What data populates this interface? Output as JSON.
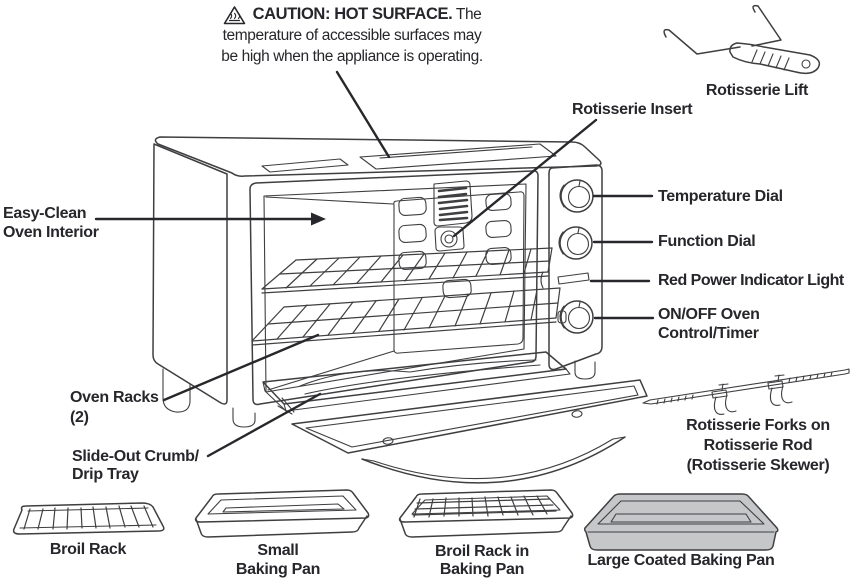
{
  "caution": {
    "icon": "hot-surface-warning-icon",
    "line1_bold": "CAUTION: HOT SURFACE.",
    "line1_rest": " The",
    "line2": "temperature of accessible surfaces may",
    "line3": "be high when the appliance is operating."
  },
  "callouts": {
    "rotisserie_lift": "Rotisserie Lift",
    "rotisserie_insert": "Rotisserie Insert",
    "temperature_dial": "Temperature Dial",
    "function_dial": "Function Dial",
    "power_light": "Red Power Indicator Light",
    "oven_control": "ON/OFF Oven\nControl/Timer",
    "oven_interior": "Easy-Clean\nOven Interior",
    "oven_racks": "Oven Racks\n(2)",
    "crumb_tray": "Slide-Out Crumb/\nDrip Tray",
    "rotisserie_forks": "Rotisserie Forks on\nRotisserie Rod\n(Rotisserie Skewer)"
  },
  "accessories": [
    {
      "label": "Broil Rack"
    },
    {
      "label": "Small\nBaking Pan"
    },
    {
      "label": "Broil Rack in\nBaking Pan"
    },
    {
      "label": "Large Coated Baking Pan"
    }
  ],
  "colors": {
    "ink": "#26262b",
    "line_art": "#3f3f42",
    "pan_fill": "#c6c7c9"
  }
}
